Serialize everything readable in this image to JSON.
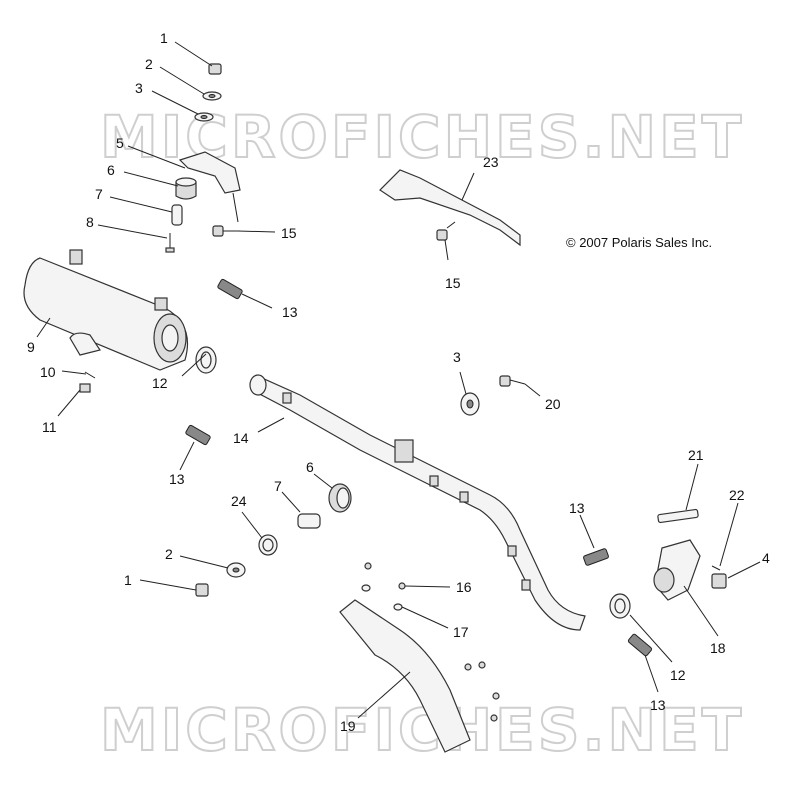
{
  "watermark_top": "MICROFICHES.NET",
  "watermark_bottom": "MICROFICHES.NET",
  "copyright": "© 2007 Polaris Sales Inc.",
  "callouts": [
    "1",
    "2",
    "3",
    "5",
    "6",
    "7",
    "8",
    "9",
    "10",
    "11",
    "12",
    "13",
    "13",
    "14",
    "15",
    "15",
    "23",
    "13",
    "3",
    "20",
    "6",
    "7",
    "24",
    "2",
    "1",
    "16",
    "17",
    "19",
    "21",
    "22",
    "4",
    "18",
    "12",
    "13"
  ]
}
